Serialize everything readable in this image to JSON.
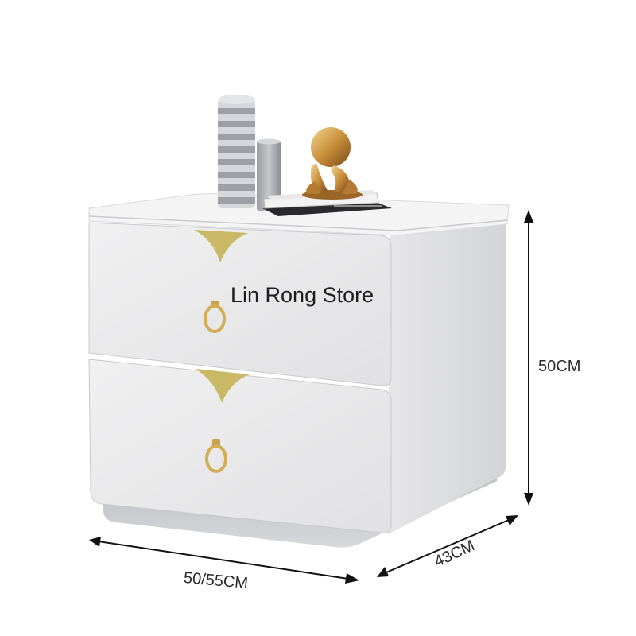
{
  "store": {
    "watermark": "Lin Rong Store"
  },
  "dimensions": {
    "height": "50CM",
    "width": "50/55CM",
    "depth": "43CM"
  },
  "colors": {
    "cabinet": "#e9e9ea",
    "cabinet_shadow": "#d8d9dc",
    "accent_gold": "#c9b866",
    "handle_gold": "#d2ad55",
    "arrow": "#111111"
  }
}
